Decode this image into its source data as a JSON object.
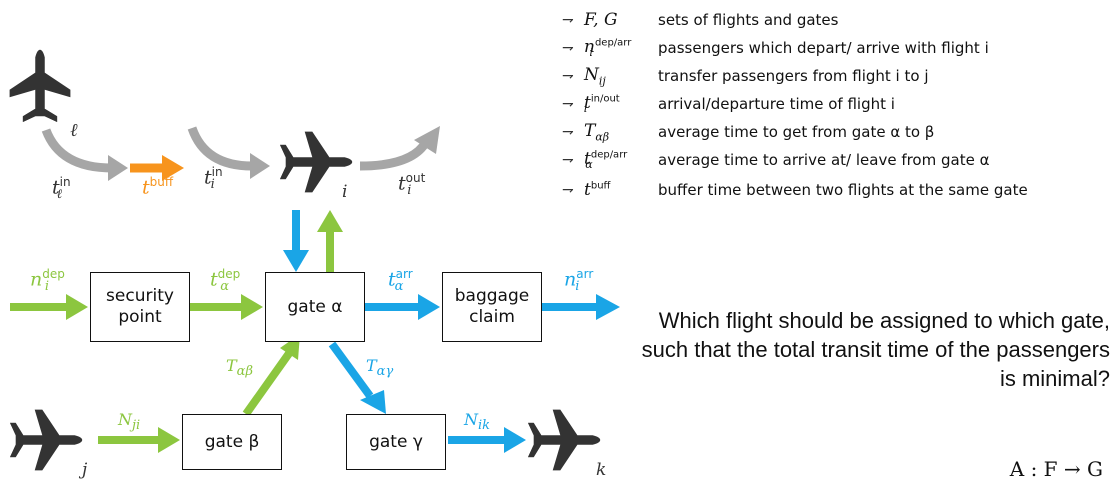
{
  "boxes": {
    "security": "security point",
    "gate_alpha": "gate α",
    "baggage": "baggage claim",
    "gate_beta": "gate β",
    "gate_gamma": "gate γ"
  },
  "flights": {
    "l": "ℓ",
    "i": "i",
    "j": "j",
    "k": "k"
  },
  "labels": {
    "t_l_in": {
      "base": "t",
      "sup": "in",
      "sub": "ℓ"
    },
    "t_buff": {
      "base": "t",
      "sup": "buff"
    },
    "t_i_in": {
      "base": "t",
      "sup": "in",
      "sub": "i"
    },
    "t_i_out": {
      "base": "t",
      "sup": "out",
      "sub": "i"
    },
    "n_i_dep": {
      "base": "n",
      "sup": "dep",
      "sub": "i"
    },
    "t_alpha_dep": {
      "base": "t",
      "sup": "dep",
      "sub": "α"
    },
    "t_alpha_arr": {
      "base": "t",
      "sup": "arr",
      "sub": "α"
    },
    "n_i_arr": {
      "base": "n",
      "sup": "arr",
      "sub": "i"
    },
    "T_alpha_beta": {
      "base": "T",
      "sub": "αβ"
    },
    "T_alpha_gamma": {
      "base": "T",
      "sub": "αγ"
    },
    "N_ji": {
      "base": "N",
      "sub": "ji"
    },
    "N_ik": {
      "base": "N",
      "sub": "ik"
    }
  },
  "legend": [
    {
      "sym": "F, G",
      "desc": "sets of flights and gates"
    },
    {
      "sym": "n",
      "sup": "dep/arr",
      "sub": "i",
      "desc": "passengers which depart/ arrive with flight i"
    },
    {
      "sym": "N",
      "sub": "ij",
      "desc": "transfer passengers from flight i to j"
    },
    {
      "sym": "t",
      "sup": "in/out",
      "sub": "i",
      "desc": "arrival/departure time of flight i"
    },
    {
      "sym": "T",
      "sub": "αβ",
      "desc": "average time to get from gate α to β"
    },
    {
      "sym": "t",
      "sup": "dep/arr",
      "sub": "α",
      "desc": "average time to arrive at/ leave from gate α"
    },
    {
      "sym": "t",
      "sup": "buff",
      "desc": "buffer time between two flights at the same gate"
    }
  ],
  "question": "Which flight should be assigned to which gate, such that the total transit time of the passengers is minimal?",
  "formula": "A : F → G",
  "colors": {
    "green": "#8cc63f",
    "blue": "#1aa5e6",
    "gray": "#a6a6a6",
    "orange": "#f7941d",
    "plane": "#333333"
  }
}
